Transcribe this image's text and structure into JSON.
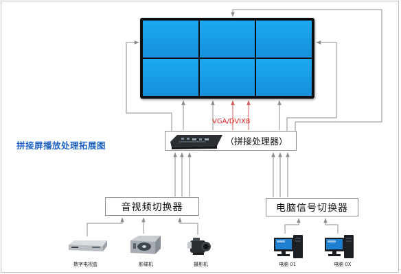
{
  "diagram": {
    "title": "拼接屏播放处理拓展图",
    "signal_label": "VGA/DVIX8",
    "processor_label": "（拼接处理器）",
    "av_switcher_label": "音视频切换器",
    "pc_switcher_label": "电脑信号切换器",
    "video_wall": {
      "rows": 2,
      "cols": 3,
      "panel_color": "#1a9be8",
      "bezel_color": "#0d0f12"
    },
    "devices": [
      {
        "label": "数字电视盒",
        "icon": "set-top-box-icon"
      },
      {
        "label": "影碟机",
        "icon": "disc-player-icon"
      },
      {
        "label": "摄影机",
        "icon": "camcorder-icon"
      },
      {
        "label": "电脑 01",
        "icon": "computer-icon"
      },
      {
        "label": "电脑 0X",
        "icon": "computer-icon"
      }
    ],
    "colors": {
      "title": "#1f63c8",
      "signal": "#e02323",
      "arrow_gray": "#8c8c8c",
      "arrow_red": "#d06060"
    }
  }
}
